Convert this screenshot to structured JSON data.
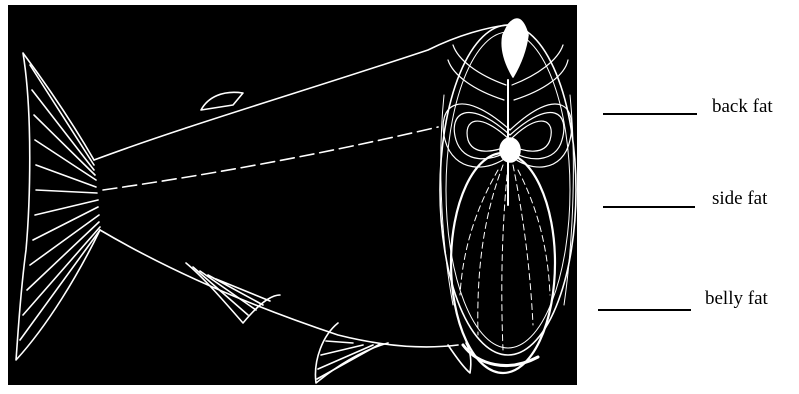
{
  "colors": {
    "background": "#000000",
    "line_art": "#ffffff",
    "text": "#000000"
  },
  "labels": {
    "back_fat": "back fat",
    "side_fat": "side fat",
    "belly_fat": "belly fat"
  }
}
